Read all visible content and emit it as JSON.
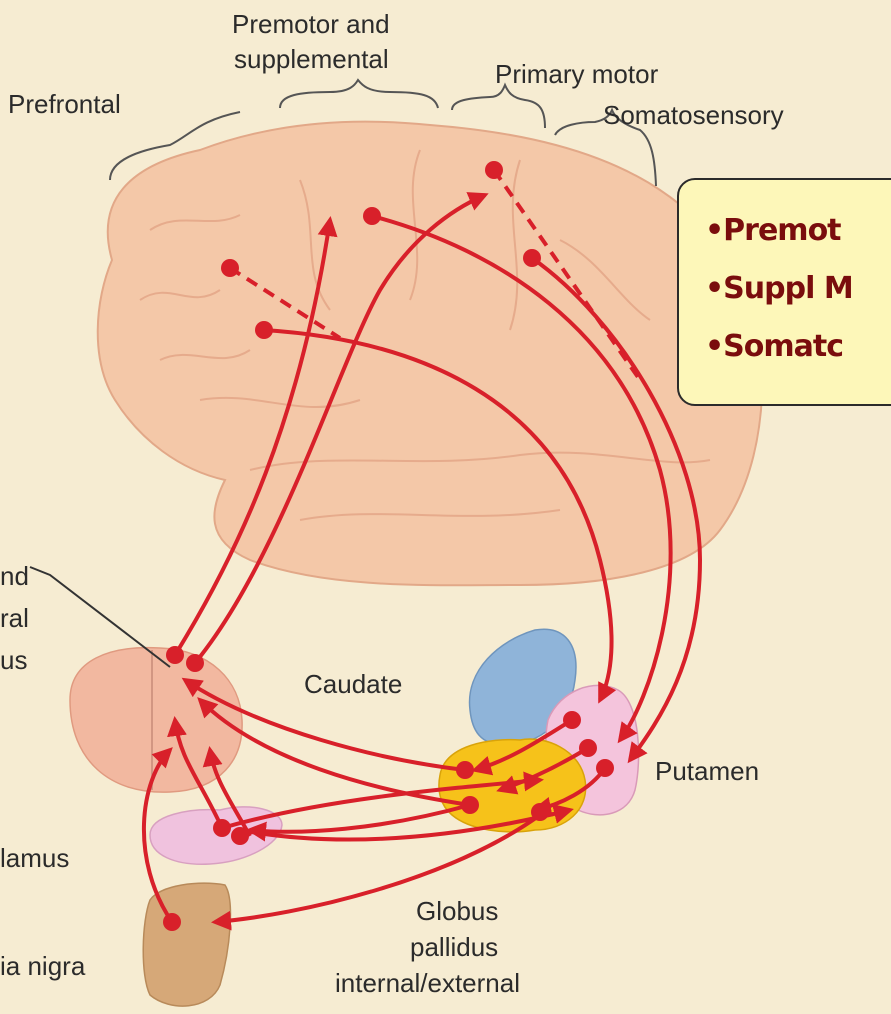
{
  "colors": {
    "background": "#f6ecd2",
    "cortex": "#f4c8a8",
    "thalamus": "#f2b8a0",
    "caudate": "#8fb4d9",
    "putamen": "#f4c4dc",
    "globus_pallidus": "#f6c21a",
    "subthalamus": "#f0c2de",
    "substantia_nigra": "#d6a878",
    "pathway": "#d8202a",
    "callout_fill": "#fdf7b9",
    "callout_text": "#7a0d0d"
  },
  "labels": {
    "premotor_line1": "Premotor and",
    "premotor_line2": "supplemental",
    "prefrontal": "Prefrontal",
    "primary_motor": "Primary motor",
    "somatosensory": "Somatosensory",
    "thalamus_line1": "nd",
    "thalamus_line2": "ral",
    "thalamus_line3": "us",
    "caudate": "Caudate",
    "putamen": "Putamen",
    "subthalamus": "lamus",
    "globus_line1": "Globus",
    "globus_line2": "pallidus",
    "globus_line3": "internal/external",
    "nigra": "ia nigra"
  },
  "callout": {
    "items": [
      "•Premot",
      "•Suppl M",
      "•Somatc"
    ]
  }
}
